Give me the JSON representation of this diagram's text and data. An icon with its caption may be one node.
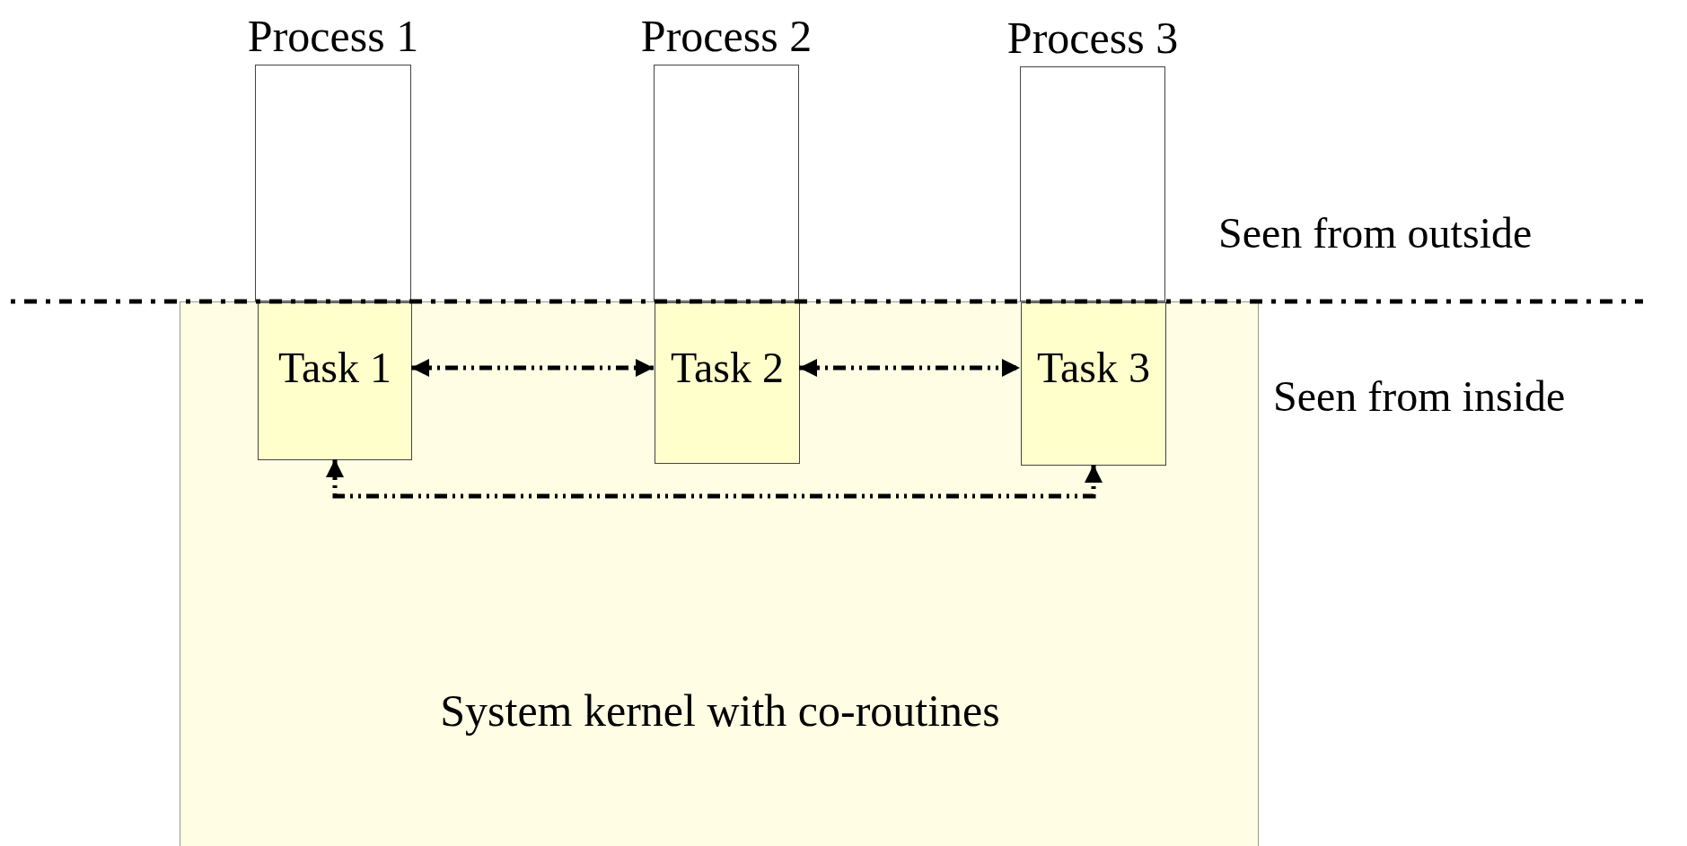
{
  "diagram": {
    "nodes": [
      {
        "text": [
          "System kernel with co-routines"
        ]
      },
      {
        "text": [
          "Process 1"
        ]
      },
      {
        "text": [
          "Process 2"
        ]
      },
      {
        "text": [
          "Process 3"
        ]
      },
      {
        "text": [
          "Task 1"
        ],
        "in": 0
      },
      {
        "text": [
          "Task 2"
        ],
        "in": 0
      },
      {
        "text": [
          "Task 3"
        ],
        "in": 0
      }
    ],
    "edges": [
      {
        "from": 4,
        "to": 5,
        "arrow": "both",
        "style": "dashed"
      },
      {
        "from": 5,
        "to": 6,
        "arrow": "both",
        "style": "dashed"
      },
      {
        "from": 4,
        "to": 6,
        "arrow": "both",
        "style": "dashed"
      }
    ],
    "labels": [
      "Seen from outside",
      "Seen from inside"
    ]
  }
}
